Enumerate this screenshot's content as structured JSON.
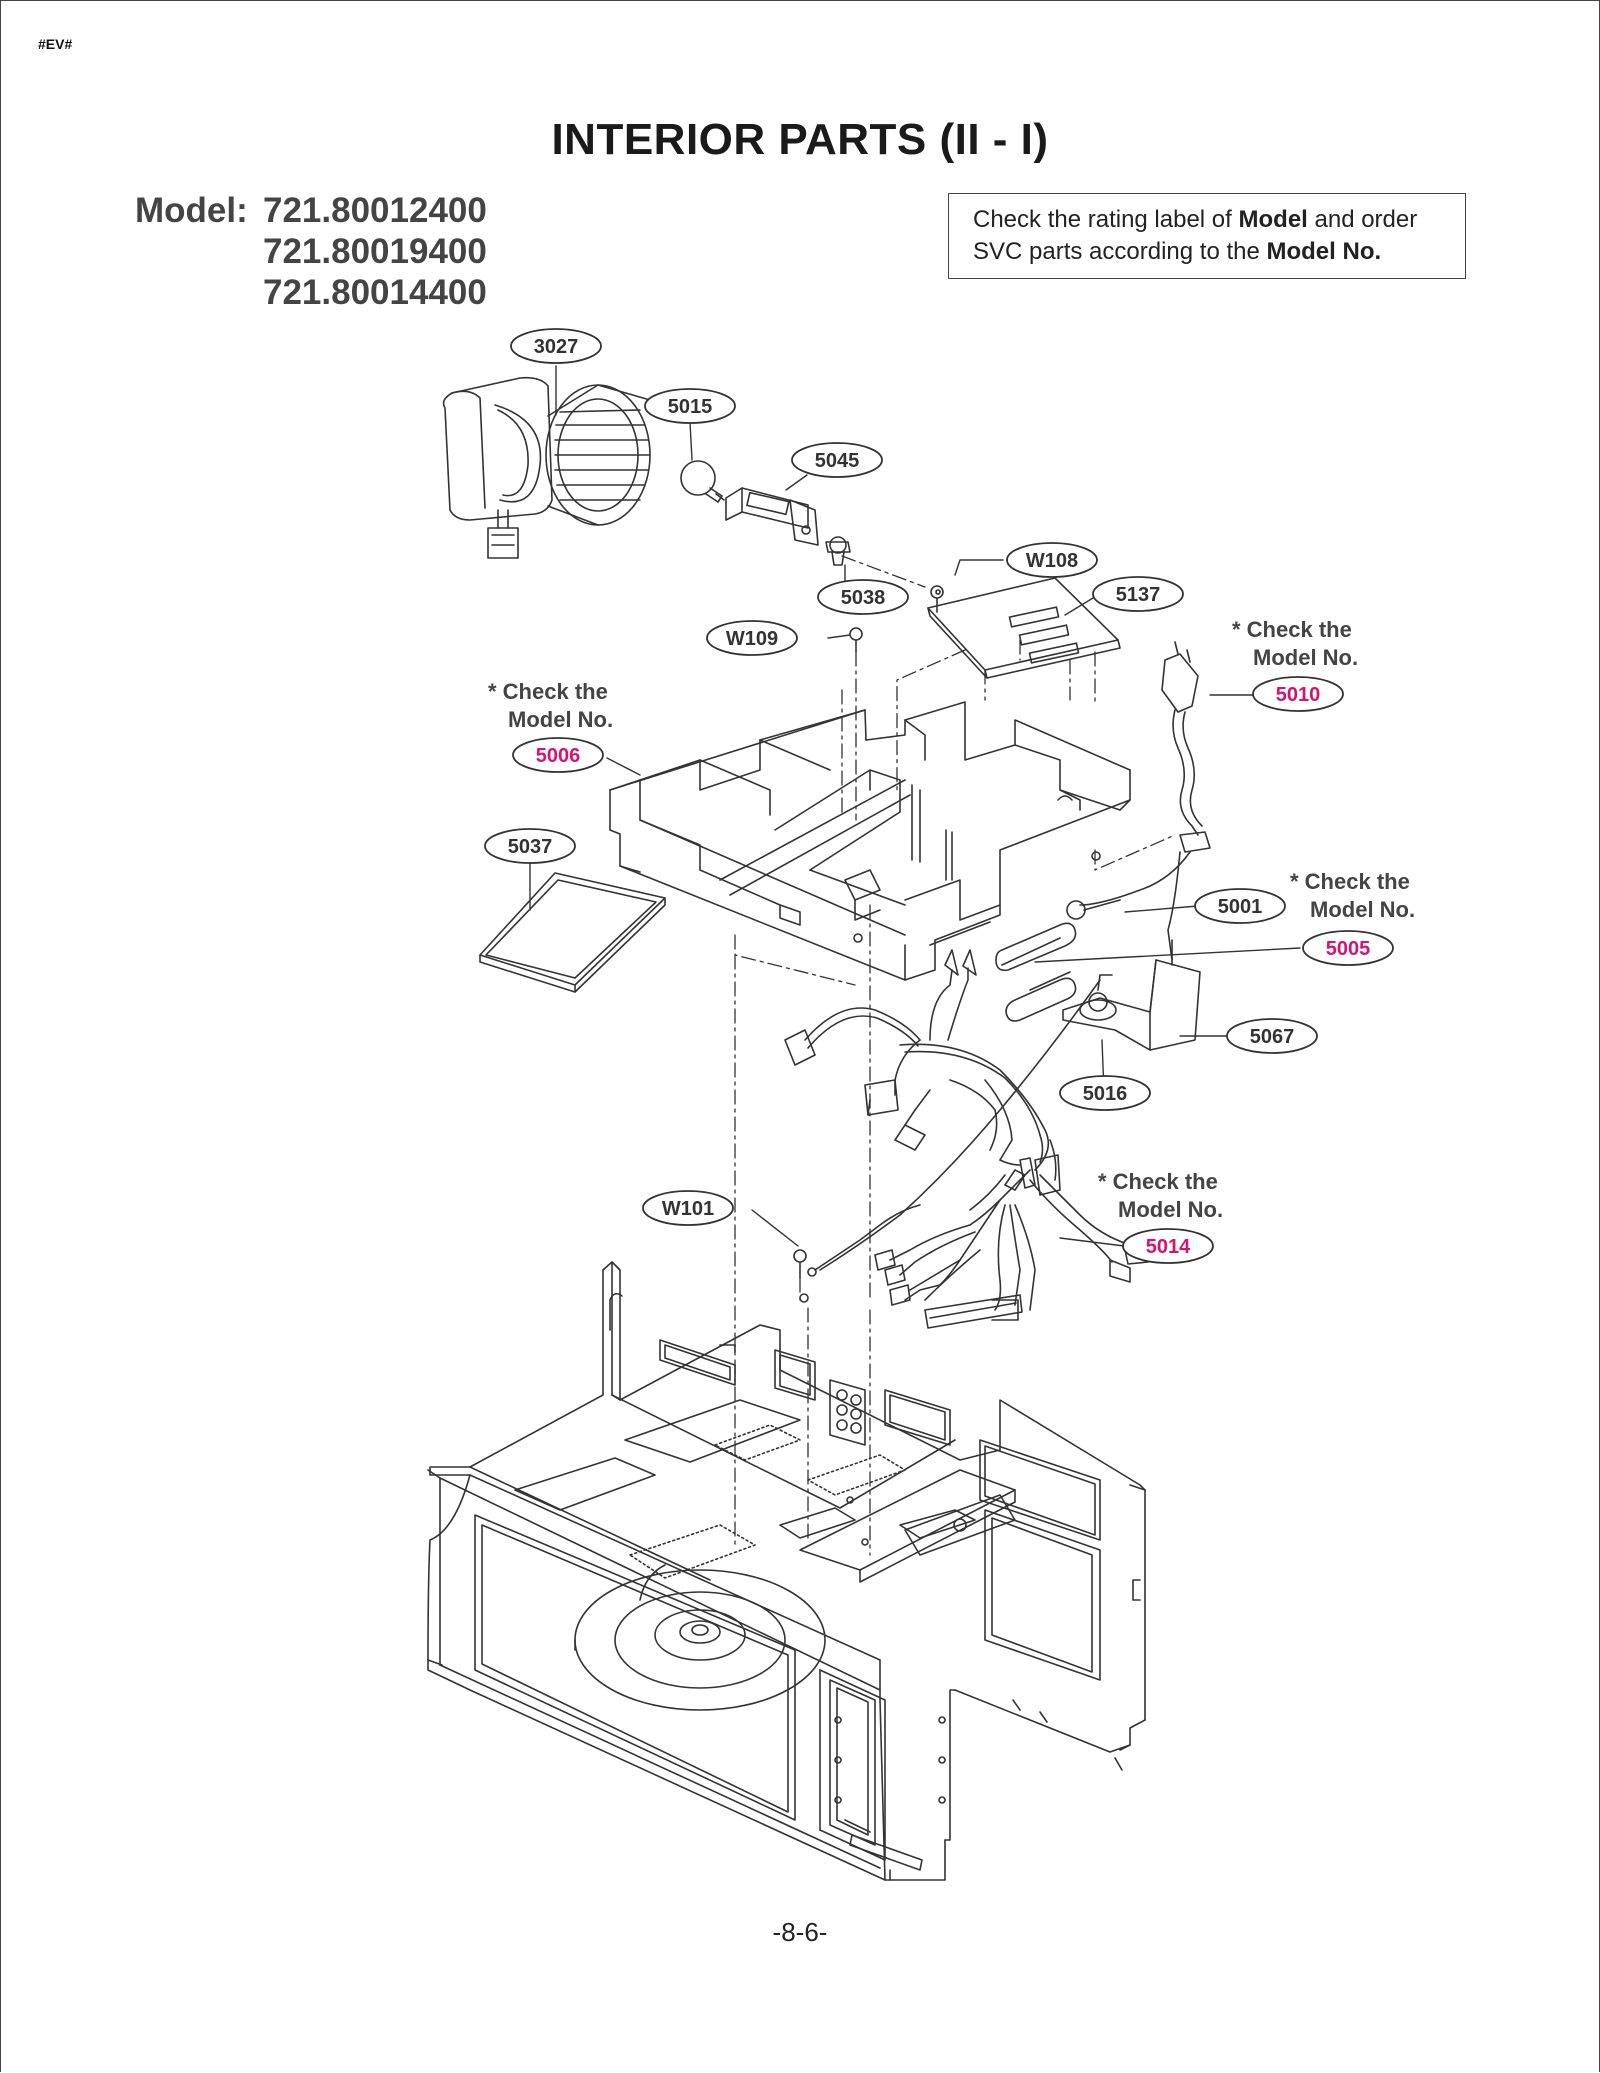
{
  "document": {
    "code": "#EV#",
    "title": "INTERIOR PARTS (II - I)",
    "model_label": "Model:",
    "models": [
      "721.80012400",
      "721.80019400",
      "721.80014400"
    ],
    "notice": {
      "part1": "Check the rating label of ",
      "bold1": "Model",
      "part2": " and order",
      "part3": "SVC parts according to the ",
      "bold2": "Model No."
    },
    "page_number": "-8-6-"
  },
  "colors": {
    "ink": "#333333",
    "highlight": "#d4146f"
  },
  "callouts": [
    {
      "id": "3027",
      "highlight": false
    },
    {
      "id": "5015",
      "highlight": false
    },
    {
      "id": "5045",
      "highlight": false
    },
    {
      "id": "5038",
      "highlight": false
    },
    {
      "id": "W108",
      "highlight": false
    },
    {
      "id": "5137",
      "highlight": false
    },
    {
      "id": "W109",
      "highlight": false
    },
    {
      "id": "5010",
      "highlight": true
    },
    {
      "id": "5006",
      "highlight": true
    },
    {
      "id": "5037",
      "highlight": false
    },
    {
      "id": "5001",
      "highlight": false
    },
    {
      "id": "5005",
      "highlight": true
    },
    {
      "id": "5067",
      "highlight": false
    },
    {
      "id": "5016",
      "highlight": false
    },
    {
      "id": "W101",
      "highlight": false
    },
    {
      "id": "5014",
      "highlight": true
    }
  ],
  "notes": {
    "check_line1": "* Check the",
    "check_line2": "Model No."
  }
}
